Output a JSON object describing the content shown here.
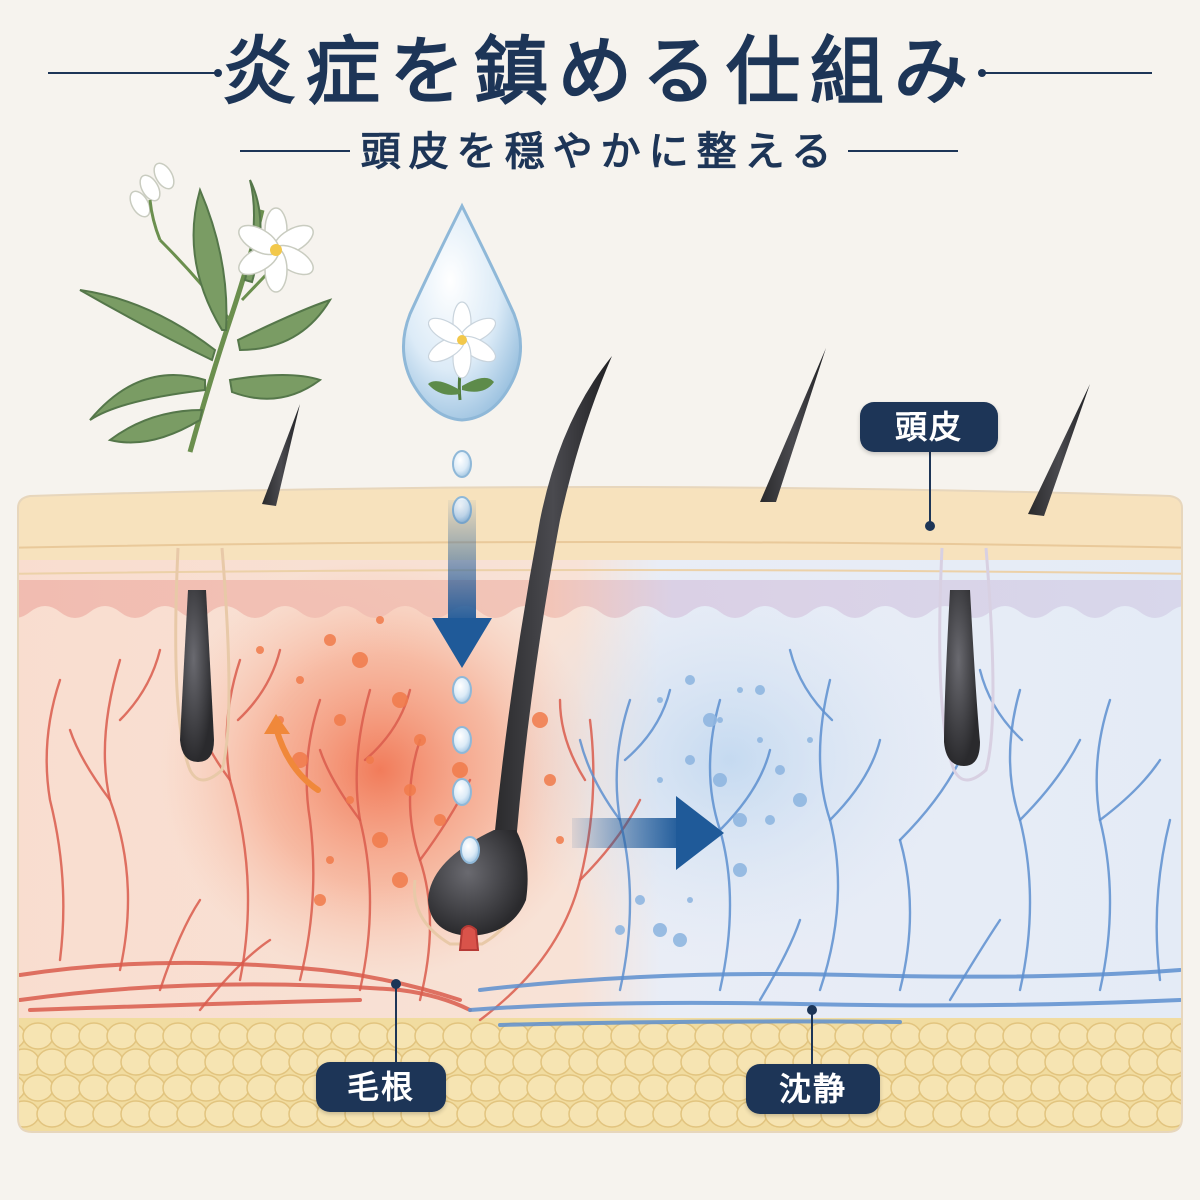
{
  "header": {
    "title": "炎症を鎮める仕組み",
    "subtitle": "頭皮を穏やかに整える"
  },
  "labels": {
    "scalp": "頭皮",
    "hair_root": "毛根",
    "calm": "沈静"
  },
  "colors": {
    "navy": "#1d3557",
    "inflamed": "#e8553a",
    "calm_blue": "#4a82c4",
    "fat_layer": "#f1dca0"
  }
}
